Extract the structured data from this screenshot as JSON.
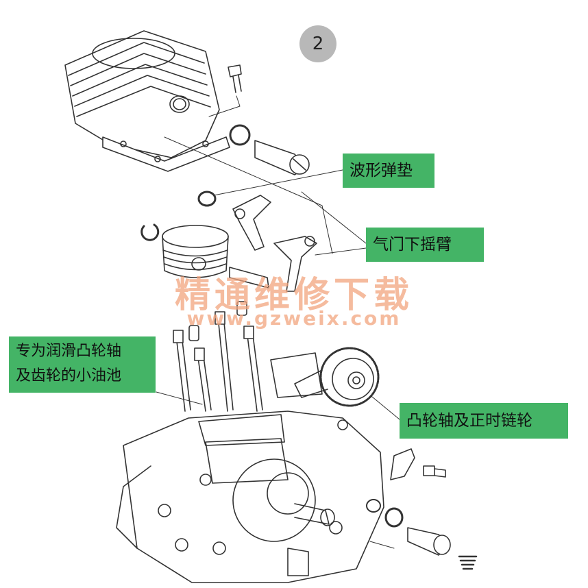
{
  "step_number": "2",
  "labels": {
    "wave_washer": "波形弹垫",
    "valve_rocker": "气门下摇臂",
    "oil_pool_line1": "专为润滑凸轮轴",
    "oil_pool_line2": "及齿轮的小油池",
    "camshaft_sprocket": "凸轮轴及正时链轮"
  },
  "watermark": {
    "chinese": "精通维修下载",
    "url": "www.gzweix.com"
  }
}
